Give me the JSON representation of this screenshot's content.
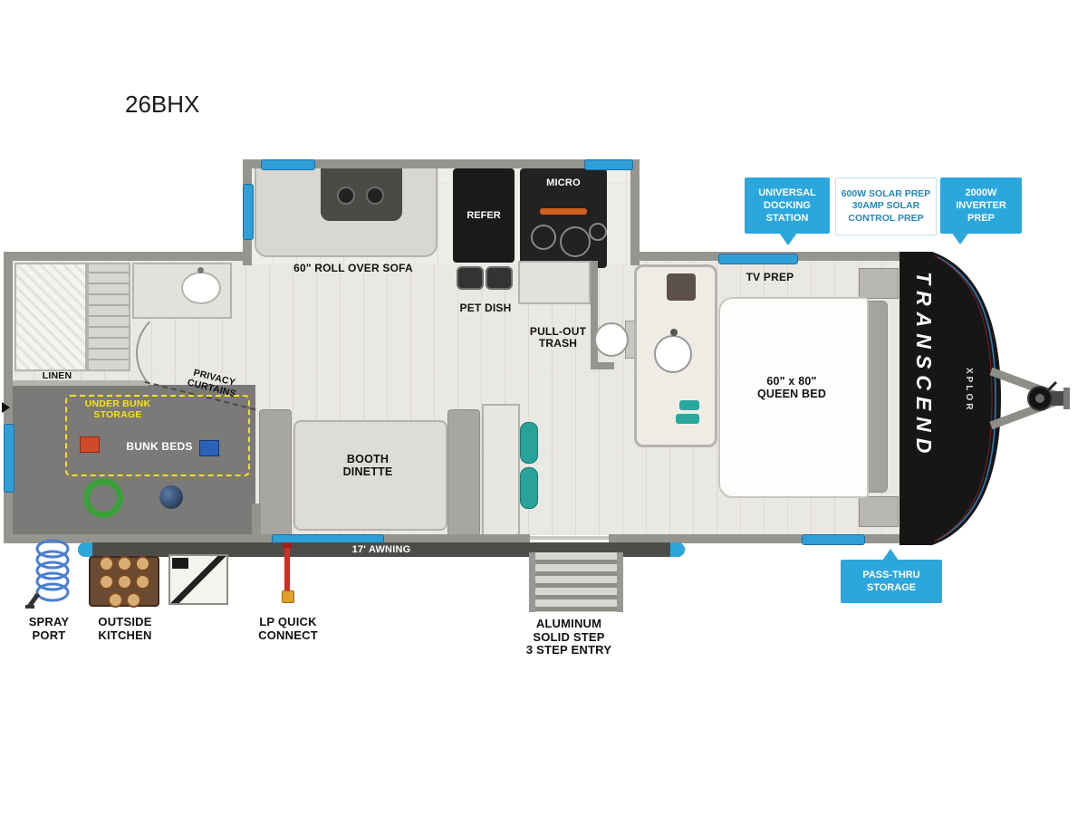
{
  "title": "26BHX",
  "colors": {
    "accent_blue": "#2ba7dd",
    "highlight_yellow": "#f5e11a",
    "wall_gray": "#96948f"
  },
  "floorplan": {
    "sofa": "60\" ROLL OVER SOFA",
    "refer": "REFER",
    "micro": "MICRO",
    "pet_dish": "PET DISH",
    "pull_out_trash": [
      "PULL-OUT",
      "TRASH"
    ],
    "tv_prep": "TV PREP",
    "queen_bed": [
      "60\" x 80\"",
      "QUEEN BED"
    ],
    "booth_dinette": [
      "BOOTH",
      "DINETTE"
    ],
    "linen": "LINEN",
    "privacy_curtains": [
      "PRIVACY",
      "CURTAINS"
    ],
    "under_bunk_storage": [
      "UNDER BUNK",
      "STORAGE"
    ],
    "bunk_beds": "BUNK BEDS",
    "awning": "17' AWNING",
    "brand": "TRANSCEND",
    "brand_sub": "XPLOR"
  },
  "exterior": {
    "spray_port": [
      "SPRAY",
      "PORT"
    ],
    "outside_kitchen": [
      "OUTSIDE",
      "KITCHEN"
    ],
    "lp_quick_connect": [
      "LP QUICK",
      "CONNECT"
    ],
    "entry_step": [
      "ALUMINUM",
      "SOLID STEP",
      "3 STEP ENTRY"
    ]
  },
  "callouts": {
    "docking_station": [
      "UNIVERSAL",
      "DOCKING",
      "STATION"
    ],
    "solar_prep": [
      "600W SOLAR PREP",
      "30AMP SOLAR",
      "CONTROL PREP"
    ],
    "inverter_prep": [
      "2000W",
      "INVERTER",
      "PREP"
    ],
    "pass_thru": [
      "PASS-THRU",
      "STORAGE"
    ]
  }
}
